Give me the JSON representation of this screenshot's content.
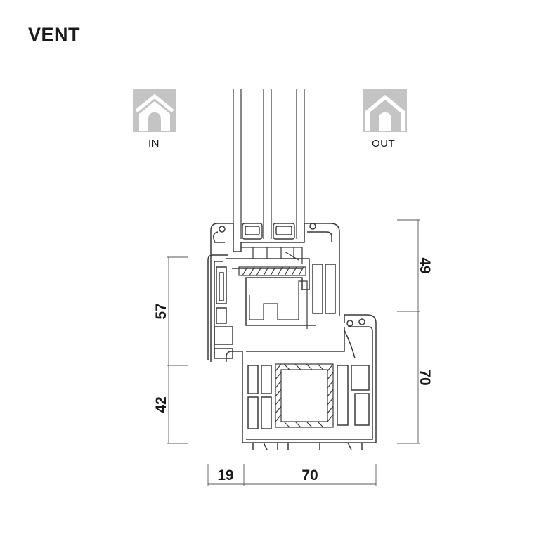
{
  "title": "VENT",
  "labels": {
    "inside": "IN",
    "outside": "OUT"
  },
  "icons": {
    "inside": "house-icon",
    "outside": "house-outline-icon"
  },
  "colors": {
    "icon_fill": "#c4c4c4",
    "line": "#3a3a3a",
    "dimension": "#555555"
  },
  "dimensions": {
    "left_upper": "57",
    "left_lower": "42",
    "right_upper": "49",
    "right_lower": "70",
    "bottom_left": "19",
    "bottom_right": "70"
  }
}
